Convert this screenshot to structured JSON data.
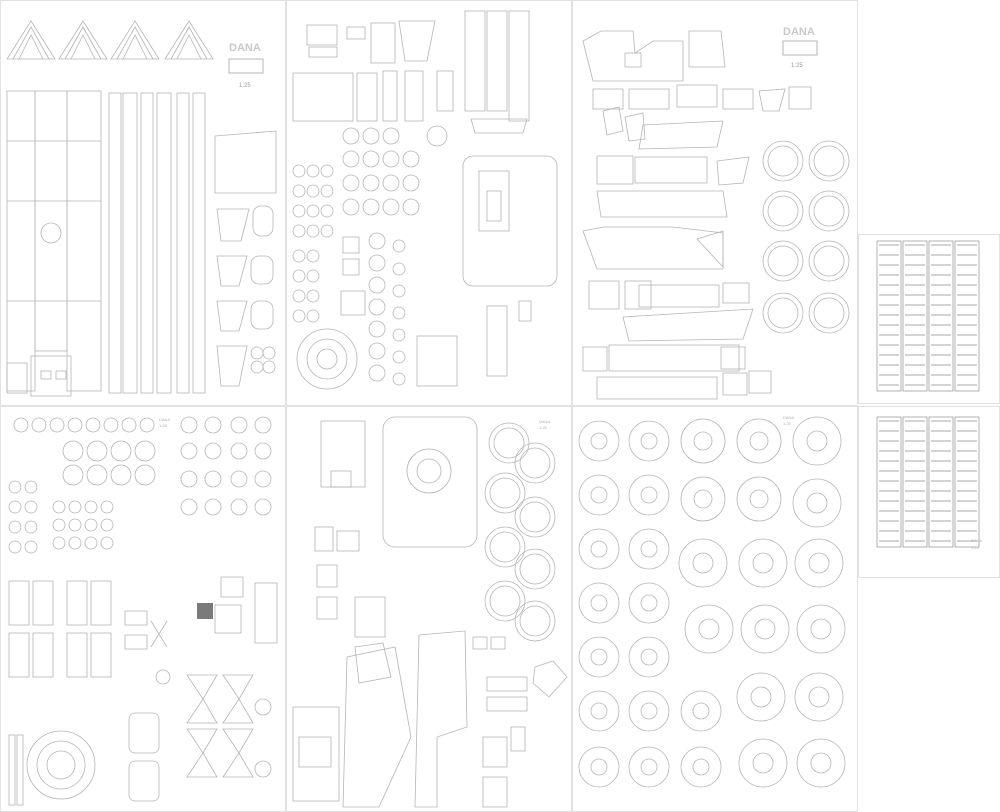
{
  "sheets": {
    "s1": {
      "title": "DANA",
      "scale": "1:25"
    },
    "s3": {
      "title": "DANA",
      "scale": "1:25"
    },
    "s4": {
      "title": "DANA",
      "scale": "1:25"
    },
    "s5": {
      "title": "DANA",
      "scale": "1:25"
    },
    "s6": {
      "title": "DANA",
      "scale": "1:25"
    },
    "s7": {
      "title": "DANA",
      "scale": "1:25"
    }
  },
  "colors": {
    "line": "#b5b5b5",
    "line_dark": "#8f8f8f",
    "fill_dark": "#7a7a7a",
    "sheet_border": "#e2e2e2"
  }
}
